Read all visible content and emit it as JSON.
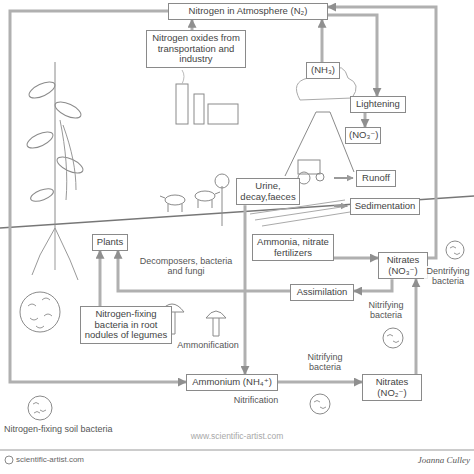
{
  "diagram": {
    "nodes": [
      {
        "text": [
          "Nitrogen in Atmosphere (N₂)"
        ]
      },
      {
        "text": [
          "Nitrogen oxides from transportation and industry"
        ]
      },
      {
        "text": [
          "(NH₃)"
        ]
      },
      {
        "text": [
          "Lightening"
        ]
      },
      {
        "text": [
          "(NO₃⁻)"
        ]
      },
      {
        "text": [
          "Urine, decay,faeces"
        ]
      },
      {
        "text": [
          "Runoff"
        ]
      },
      {
        "text": [
          "Sedimentation"
        ]
      },
      {
        "text": [
          "Plants"
        ]
      },
      {
        "text": [
          "Ammonia, nitrate fertilizers"
        ]
      },
      {
        "text": [
          "Nitrates (NO₃⁻)"
        ]
      },
      {
        "text": [
          "Assimilation"
        ]
      },
      {
        "text": [
          "Nitrogen-fixing bacteria in root nodules of legumes"
        ]
      },
      {
        "text": [
          "Ammonium (NH₄⁺)"
        ]
      },
      {
        "text": [
          "Nitrates (NO₂⁻)"
        ]
      }
    ],
    "edges": [
      {
        "from": 10,
        "to": 0,
        "arrow": "to"
      },
      {
        "from": 0,
        "to": 13,
        "arrow": "to"
      },
      {
        "from": 1,
        "to": 0,
        "arrow": "to"
      },
      {
        "from": 2,
        "to": 0,
        "arrow": "to"
      },
      {
        "from": 0,
        "to": 3,
        "arrow": "to"
      },
      {
        "from": 3,
        "to": 4,
        "arrow": "to"
      },
      {
        "from": 5,
        "to": 13,
        "arrow": "to"
      },
      {
        "from": 9,
        "to": 10,
        "arrow": "to"
      },
      {
        "from": 10,
        "to": 11,
        "arrow": "to"
      },
      {
        "from": 11,
        "to": 8,
        "arrow": "to"
      },
      {
        "from": 12,
        "to": 8,
        "arrow": "to"
      },
      {
        "from": 13,
        "to": 14,
        "arrow": "to"
      },
      {
        "from": 14,
        "to": 10,
        "arrow": "to"
      }
    ],
    "labels": [
      "Decomposers, bacteria and fungi",
      "Ammonification",
      "Nitrogen-fixing soil bacteria",
      "Nitrification",
      "Nitrifying bacteria",
      "Nitrifying bacteria",
      "Dentrifying bacteria",
      "www.scientific-artist.com",
      "scientific-artist.com",
      "Joanna Culley"
    ]
  }
}
